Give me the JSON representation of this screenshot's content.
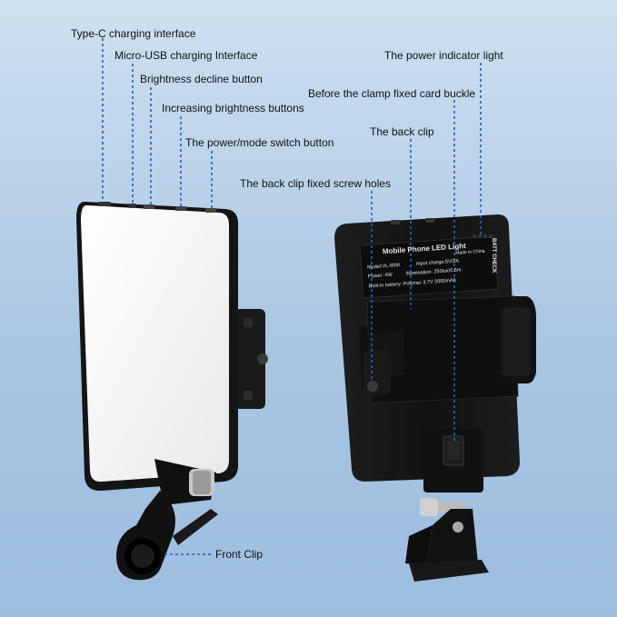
{
  "labels": {
    "type_c": "Type-C charging interface",
    "micro_usb": "Micro-USB charging Interface",
    "brightness_down": "Brightness decline button",
    "brightness_up": "Increasing brightness buttons",
    "power_mode": "The power/mode switch button",
    "power_indicator": "The power indicator light",
    "card_buckle": "Before the clamp fixed card buckle",
    "back_clip": "The back clip",
    "screw_holes": "The back clip fixed screw holes",
    "front_clip": "Front Clip"
  },
  "device_back": {
    "title": "Mobile Phone LED Light",
    "model": "Model:VL-60M",
    "input": "Input charge:5V/2A",
    "power": "Power: 4W",
    "illumination": "Illumination: 250lux/0.5m",
    "battery": "Built-in battery: Polymer 3.7V 2000mAh",
    "made_in": "Made in China",
    "batt_check": "BATT CHECK"
  },
  "colors": {
    "background_top": "#cfe0f0",
    "background_bottom": "#9dbde0",
    "guide_line": "#1f63c9",
    "device_body": "#141414",
    "light_panel": "#f4f4f4"
  }
}
